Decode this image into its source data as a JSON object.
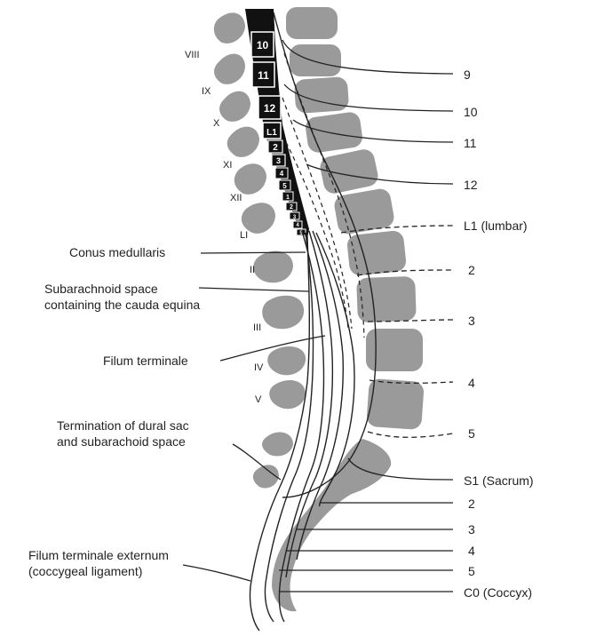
{
  "roman_labels": [
    "VIII",
    "IX",
    "X",
    "XI",
    "XII",
    "LI",
    "II",
    "III",
    "IV",
    "V"
  ],
  "cord_segments": [
    "10",
    "11",
    "12",
    "L1",
    "2",
    "3",
    "4",
    "5",
    "1",
    "2",
    "3",
    "4",
    "5"
  ],
  "right_labels": [
    "9",
    "10",
    "11",
    "12",
    "L1 (lumbar)",
    "2",
    "3",
    "4",
    "5",
    "S1 (Sacrum)",
    "2",
    "3",
    "4",
    "5",
    "C0 (Coccyx)"
  ],
  "left_labels": {
    "conus": "Conus medullaris",
    "subarachnoid_1": "Subarachnoid space",
    "subarachnoid_2": "containing the cauda equina",
    "filum": "Filum terminale",
    "termination_1": "Termination of dural sac",
    "termination_2": "and subarachoid space",
    "externum_1": "Filum terminale externum",
    "externum_2": "(coccygeal ligament)"
  },
  "colors": {
    "bone": "#9a9a9a",
    "cord": "#111111",
    "line": "#222222"
  }
}
